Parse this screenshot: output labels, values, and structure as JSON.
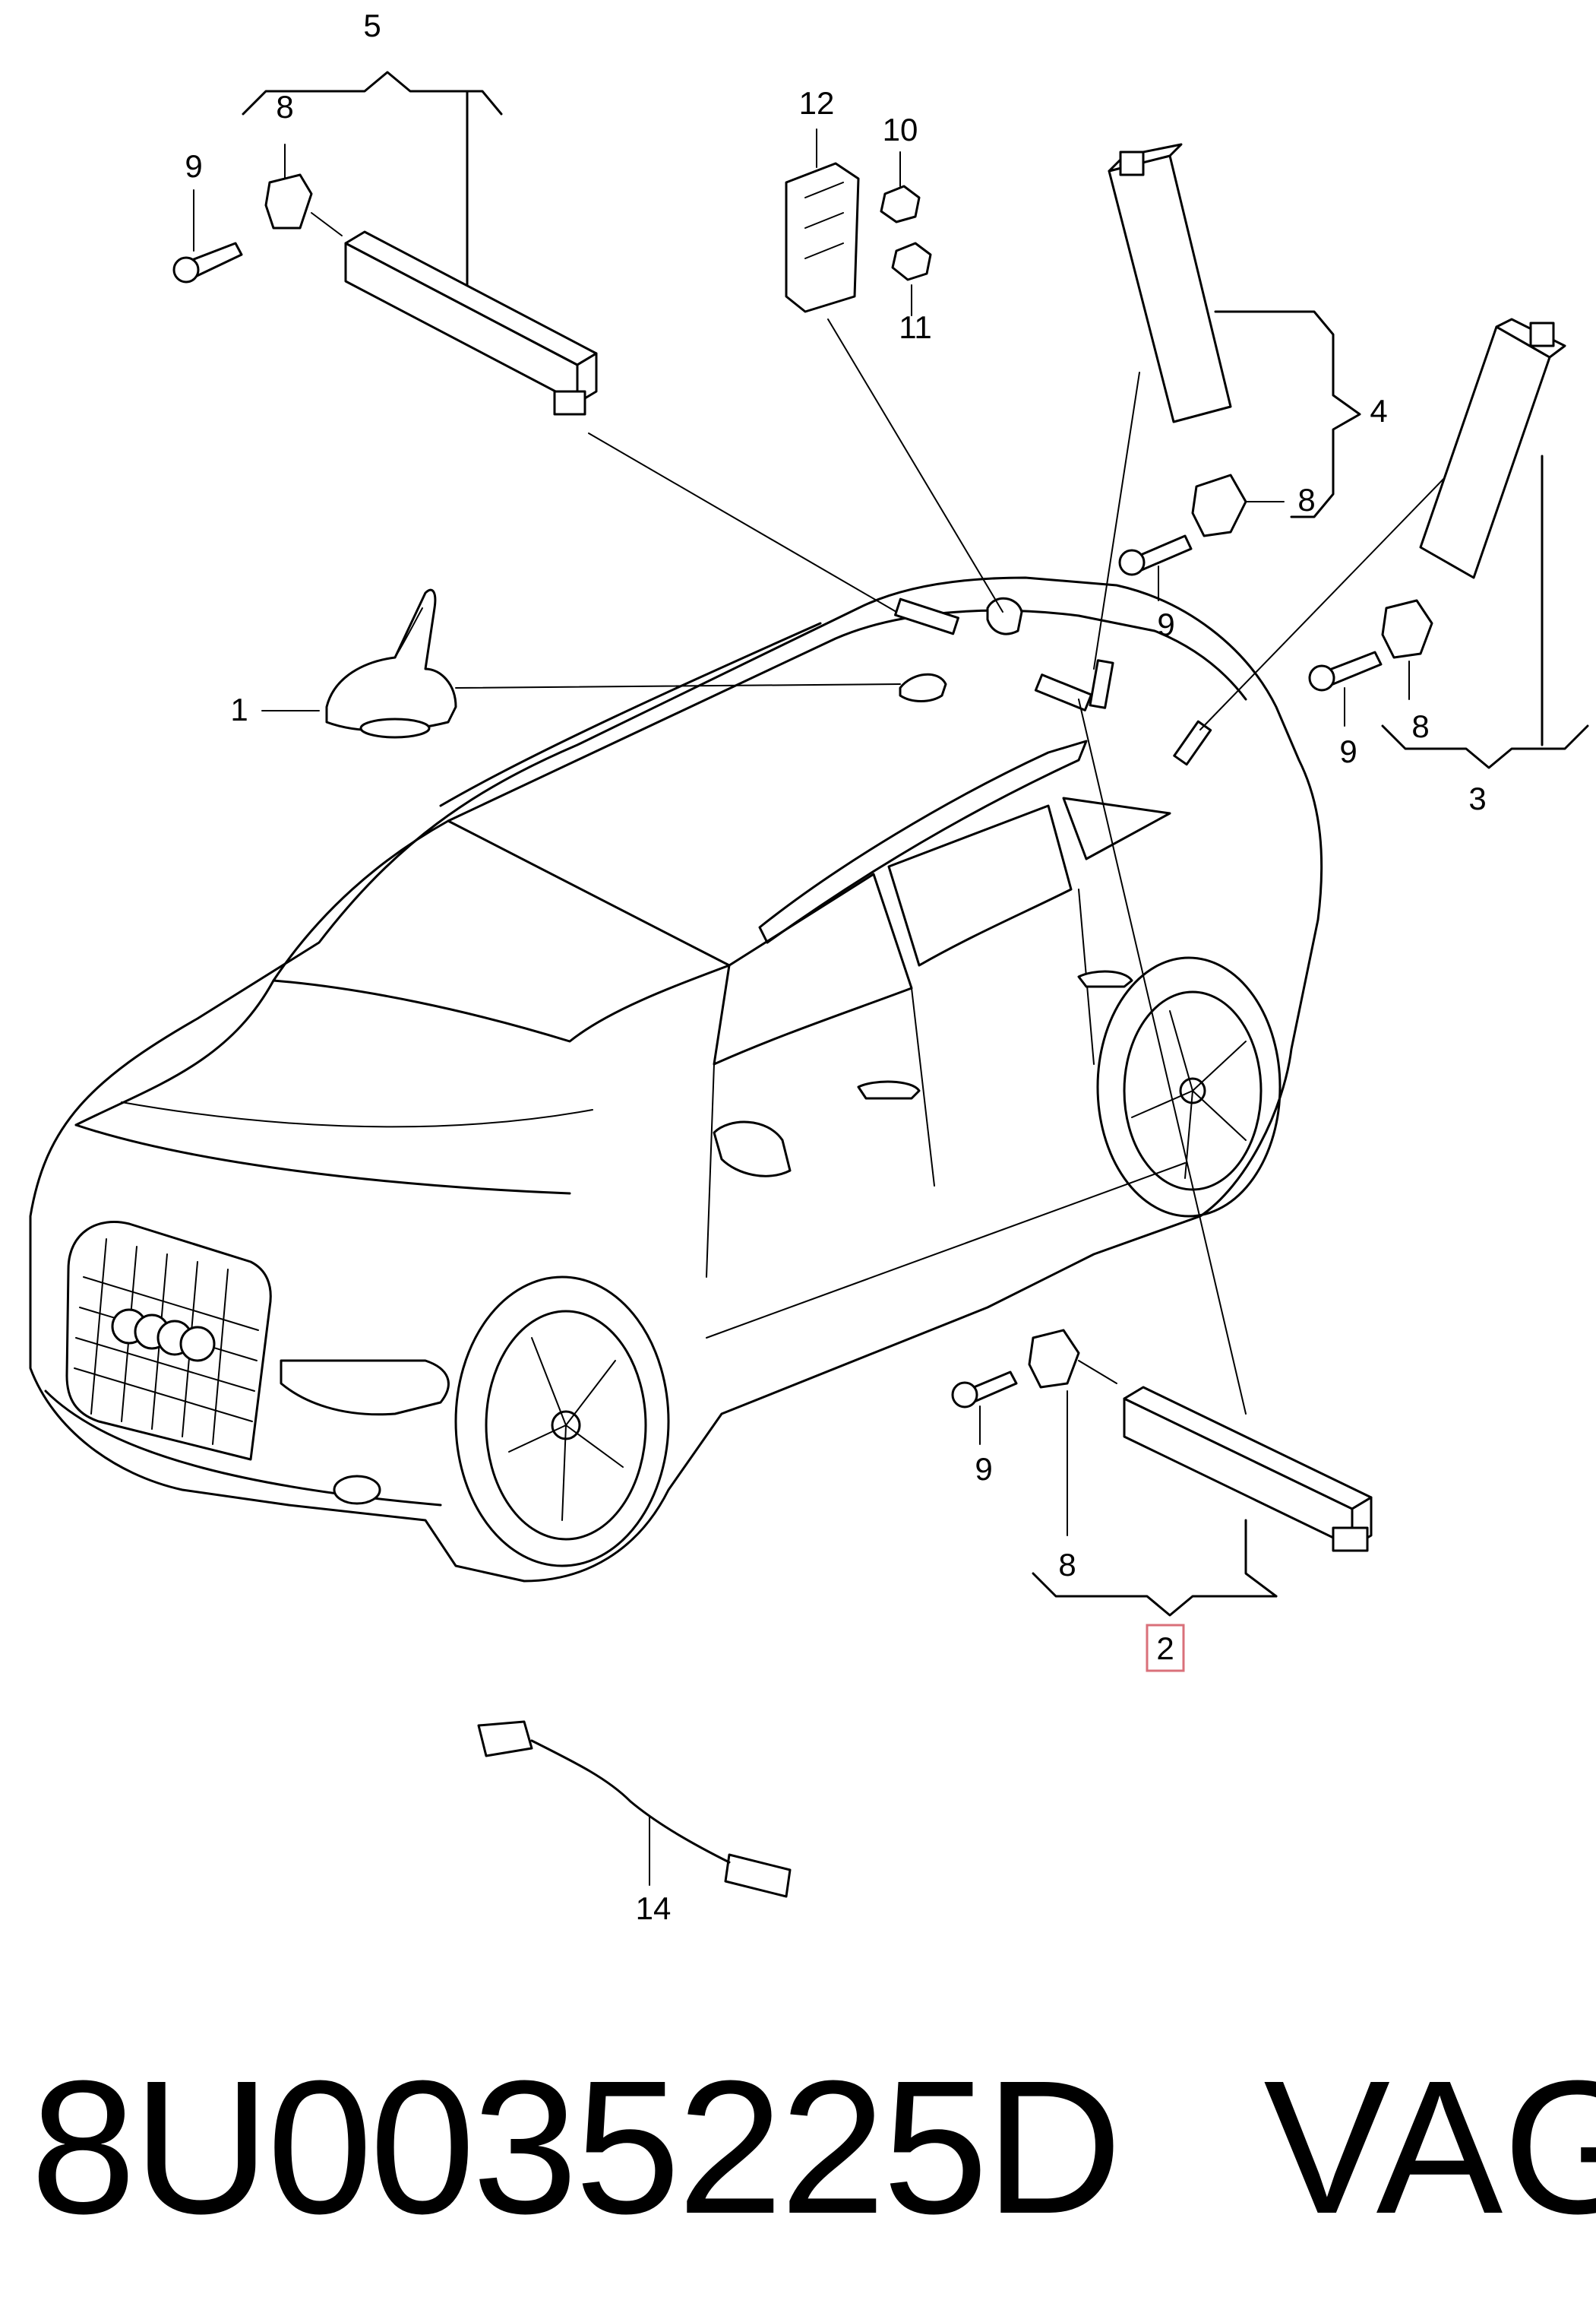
{
  "diagram": {
    "callouts": {
      "c1": "1",
      "c2": "2",
      "c3": "3",
      "c4": "4",
      "c5": "5",
      "c8a": "8",
      "c8b": "8",
      "c8c": "8",
      "c8d": "8",
      "c9a": "9",
      "c9b": "9",
      "c9c": "9",
      "c9d": "9",
      "c10": "10",
      "c11": "11",
      "c12": "12",
      "c14": "14"
    },
    "highlight_color": "#d9707a"
  },
  "footer": {
    "part_number": "8U0035225D",
    "brand": "VAG"
  }
}
